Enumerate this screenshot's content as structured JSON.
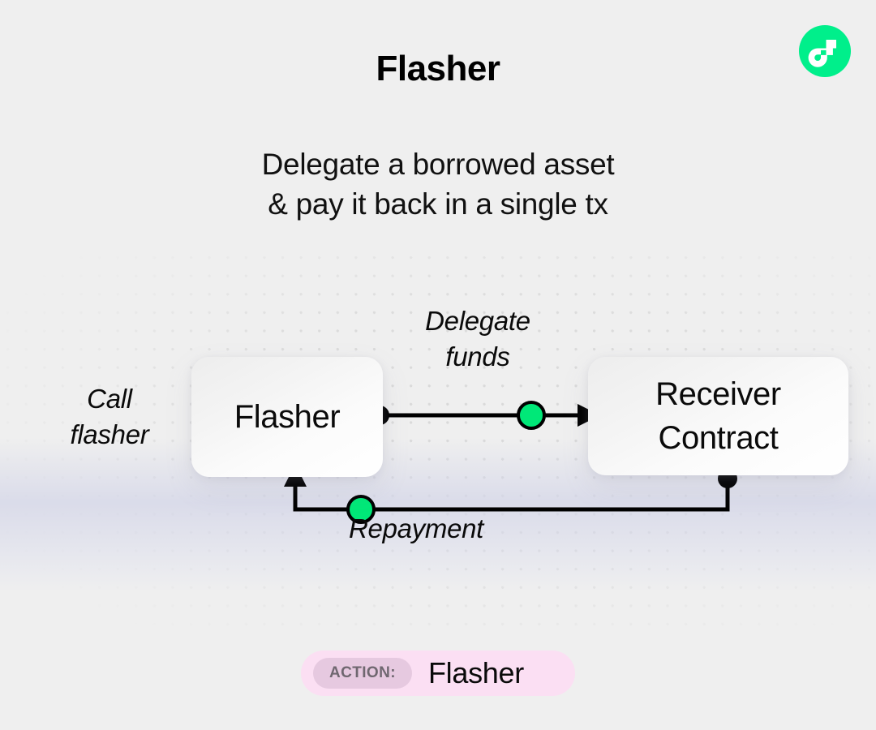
{
  "header": {
    "title": "Flasher",
    "subtitle_line1": "Delegate a borrowed asset",
    "subtitle_line2": "& pay it back in a single tx",
    "logo": {
      "name": "flow-logo-icon",
      "circle_color": "#00EF8B",
      "mark_color": "#FFFFFF"
    }
  },
  "diagram": {
    "type": "flow-diagram",
    "nodes": [
      {
        "id": "flasher",
        "label": "Flasher"
      },
      {
        "id": "receiver",
        "label_line1": "Receiver",
        "label_line2": "Contract"
      }
    ],
    "labels": {
      "call_flasher_line1": "Call",
      "call_flasher_line2": "flasher",
      "delegate_line1": "Delegate",
      "delegate_line2": "funds",
      "repayment": "Repayment"
    },
    "colors": {
      "accent_green": "#00E878",
      "connector": "#000000",
      "node_surface": "#FFFFFF",
      "grid_dot": "#D8D8D8",
      "background": "#EFEFEF"
    }
  },
  "footer": {
    "action_tag": "ACTION:",
    "action_value": "Flasher",
    "pill_color": "#FBDFF3",
    "tag_color": "#E6C9E0"
  }
}
